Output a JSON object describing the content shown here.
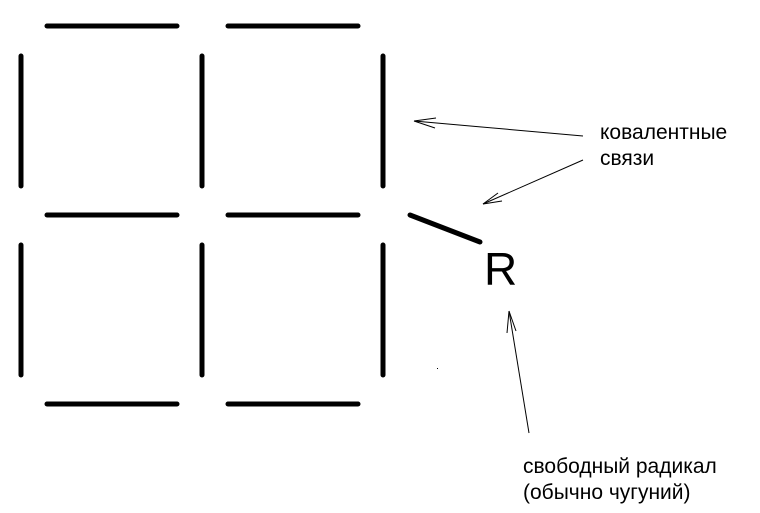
{
  "diagram": {
    "title": "",
    "lattice": {
      "description": "2x2 grid of bond segments",
      "stroke_color": "#000000"
    },
    "radical_symbol": "R",
    "labels": {
      "covalent_bonds": {
        "line1": "ковалентные",
        "line2": "связи"
      },
      "free_radical": {
        "line1": "свободный радикал",
        "line2": "(обычно чугуний)"
      }
    }
  }
}
